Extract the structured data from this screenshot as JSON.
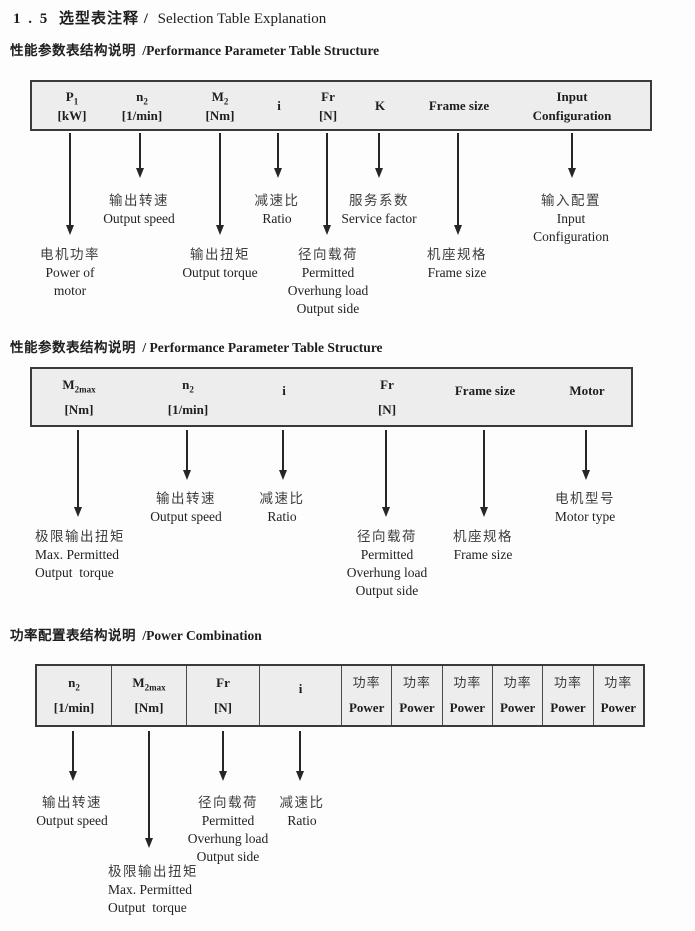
{
  "page": {
    "title_num": "1 . 5",
    "title_zh": "选型表注释 /",
    "title_en": "Selection Table Explanation"
  },
  "section1": {
    "heading_zh": "性能参数表结构说明",
    "heading_en": "/Performance Parameter Table Structure",
    "columns": [
      {
        "sym": "P",
        "sub": "1",
        "line2": "[kW]"
      },
      {
        "sym": "n",
        "sub": "2",
        "line2": "[1/min]"
      },
      {
        "sym": "M",
        "sub": "2",
        "line2": "[Nm]"
      },
      {
        "sym": "i",
        "sub": "",
        "line2": ""
      },
      {
        "sym": "Fr",
        "sub": "",
        "line2": "[N]"
      },
      {
        "sym": "K",
        "sub": "",
        "line2": ""
      },
      {
        "sym": "Frame size",
        "sub": "",
        "line2": ""
      },
      {
        "sym": "Input",
        "sub": "",
        "line2": "Configuration"
      }
    ],
    "labels": {
      "motor_power": {
        "zh": "电机功率",
        "en1": "Power of",
        "en2": "motor"
      },
      "output_speed": {
        "zh": "输出转速",
        "en": "Output speed"
      },
      "output_torque": {
        "zh": "输出扭矩",
        "en": "Output torque"
      },
      "ratio": {
        "zh": "减速比",
        "en": "Ratio"
      },
      "overhung": {
        "zh": "径向载荷",
        "en1": "Permitted",
        "en2": "Overhung load",
        "en3": "Output side"
      },
      "service_factor": {
        "zh": "服务系数",
        "en": "Service factor"
      },
      "frame_size": {
        "zh": "机座规格",
        "en": "Frame size"
      },
      "input_config": {
        "zh": "输入配置",
        "en1": "Input",
        "en2": "Configuration"
      }
    }
  },
  "section2": {
    "heading_zh": "性能参数表结构说明",
    "heading_en": "/ Performance Parameter Table Structure",
    "columns": [
      {
        "sym": "M",
        "sub": "2max",
        "line2": "[Nm]"
      },
      {
        "sym": "n",
        "sub": "2",
        "line2": "[1/min]"
      },
      {
        "sym": "i",
        "sub": "",
        "line2": ""
      },
      {
        "sym": "Fr",
        "sub": "",
        "line2": "[N]"
      },
      {
        "sym": "Frame size",
        "sub": "",
        "line2": ""
      },
      {
        "sym": "Motor",
        "sub": "",
        "line2": ""
      }
    ],
    "labels": {
      "max_torque": {
        "zh": "极限输出扭矩",
        "en1": "Max. Permitted",
        "en2": "Output  torque"
      },
      "output_speed": {
        "zh": "输出转速",
        "en": "Output speed"
      },
      "ratio": {
        "zh": "减速比",
        "en": "Ratio"
      },
      "overhung": {
        "zh": "径向载荷",
        "en1": "Permitted",
        "en2": "Overhung load",
        "en3": "Output side"
      },
      "frame_size": {
        "zh": "机座规格",
        "en": "Frame size"
      },
      "motor_type": {
        "zh": "电机型号",
        "en": "Motor type"
      }
    }
  },
  "section3": {
    "heading_zh": "功率配置表结构说明",
    "heading_en": "/Power Combination",
    "columns": [
      {
        "sym": "n",
        "sub": "2",
        "line2": "[1/min]"
      },
      {
        "sym": "M",
        "sub": "2max",
        "line2": "[Nm]"
      },
      {
        "sym": "Fr",
        "sub": "",
        "line2": "[N]"
      },
      {
        "sym": "i",
        "sub": "",
        "line2": ""
      }
    ],
    "power_col": {
      "zh": "功率",
      "en": "Power"
    },
    "labels": {
      "output_speed": {
        "zh": "输出转速",
        "en": "Output speed"
      },
      "max_torque": {
        "zh": "极限输出扭矩",
        "en1": "Max. Permitted",
        "en2": "Output  torque"
      },
      "overhung": {
        "zh": "径向载荷",
        "en1": "Permitted",
        "en2": "Overhung load",
        "en3": "Output side"
      },
      "ratio": {
        "zh": "减速比",
        "en": "Ratio"
      }
    }
  }
}
